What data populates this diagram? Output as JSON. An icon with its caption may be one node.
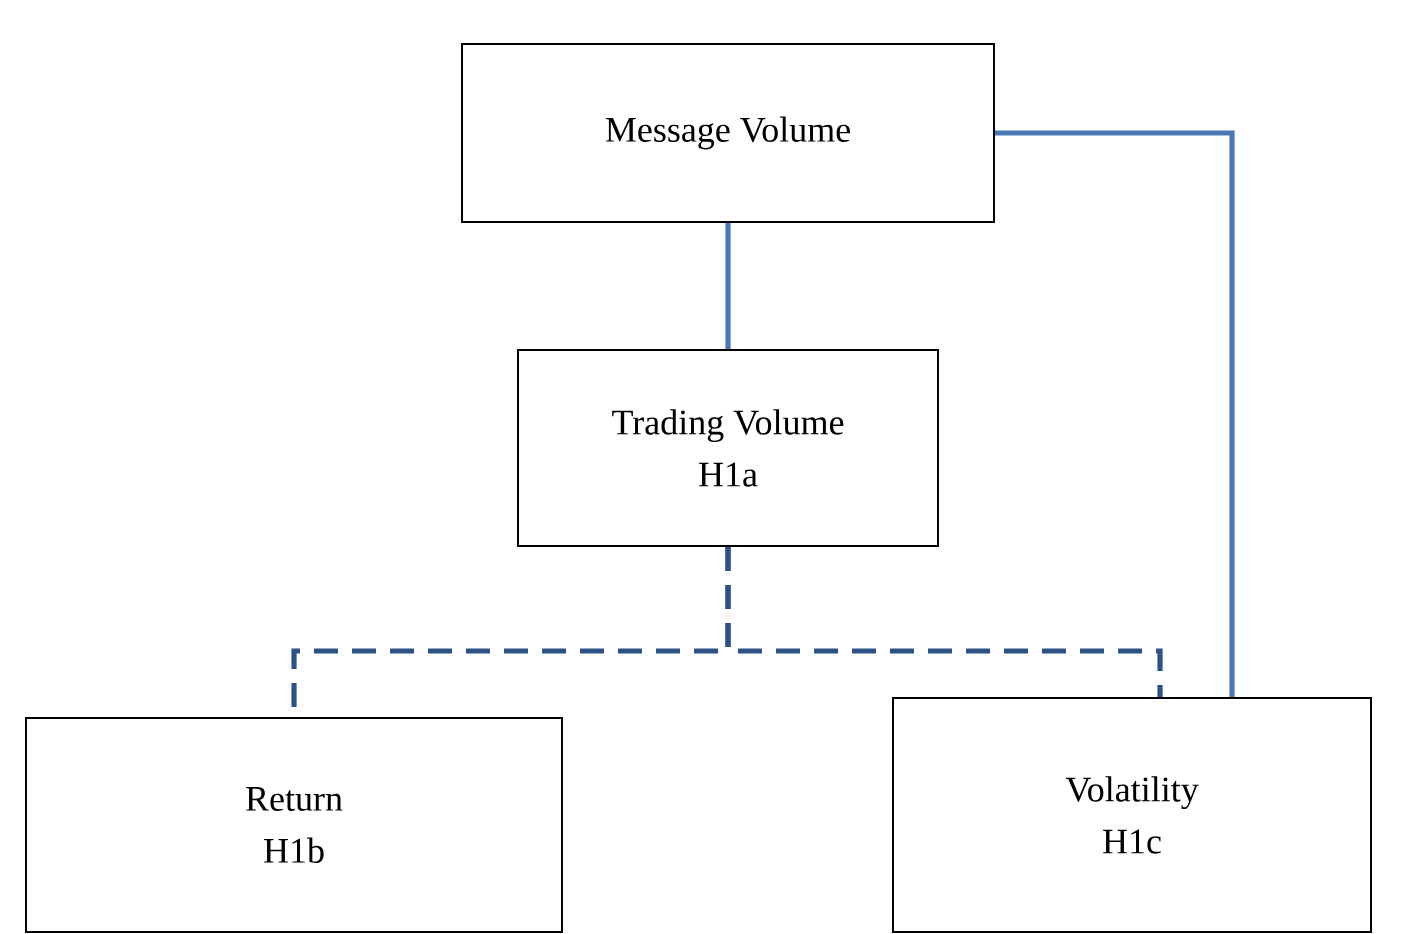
{
  "diagram": {
    "nodes": [
      {
        "text": [
          "Message Volume"
        ]
      },
      {
        "text": [
          "Trading Volume",
          "H1a"
        ]
      },
      {
        "text": [
          "Return",
          "H1b"
        ]
      },
      {
        "text": [
          "Volatility",
          "H1c"
        ]
      }
    ],
    "edges": [
      {
        "from": 0,
        "to": 1,
        "arrow": "none"
      },
      {
        "from": 0,
        "to": 3,
        "arrow": "none"
      },
      {
        "from": 1,
        "to": 2,
        "arrow": "none",
        "style": "dashed",
        "color": "#2e5286"
      },
      {
        "from": 1,
        "to": 3,
        "arrow": "none",
        "style": "dashed",
        "color": "#2e5286"
      }
    ]
  }
}
